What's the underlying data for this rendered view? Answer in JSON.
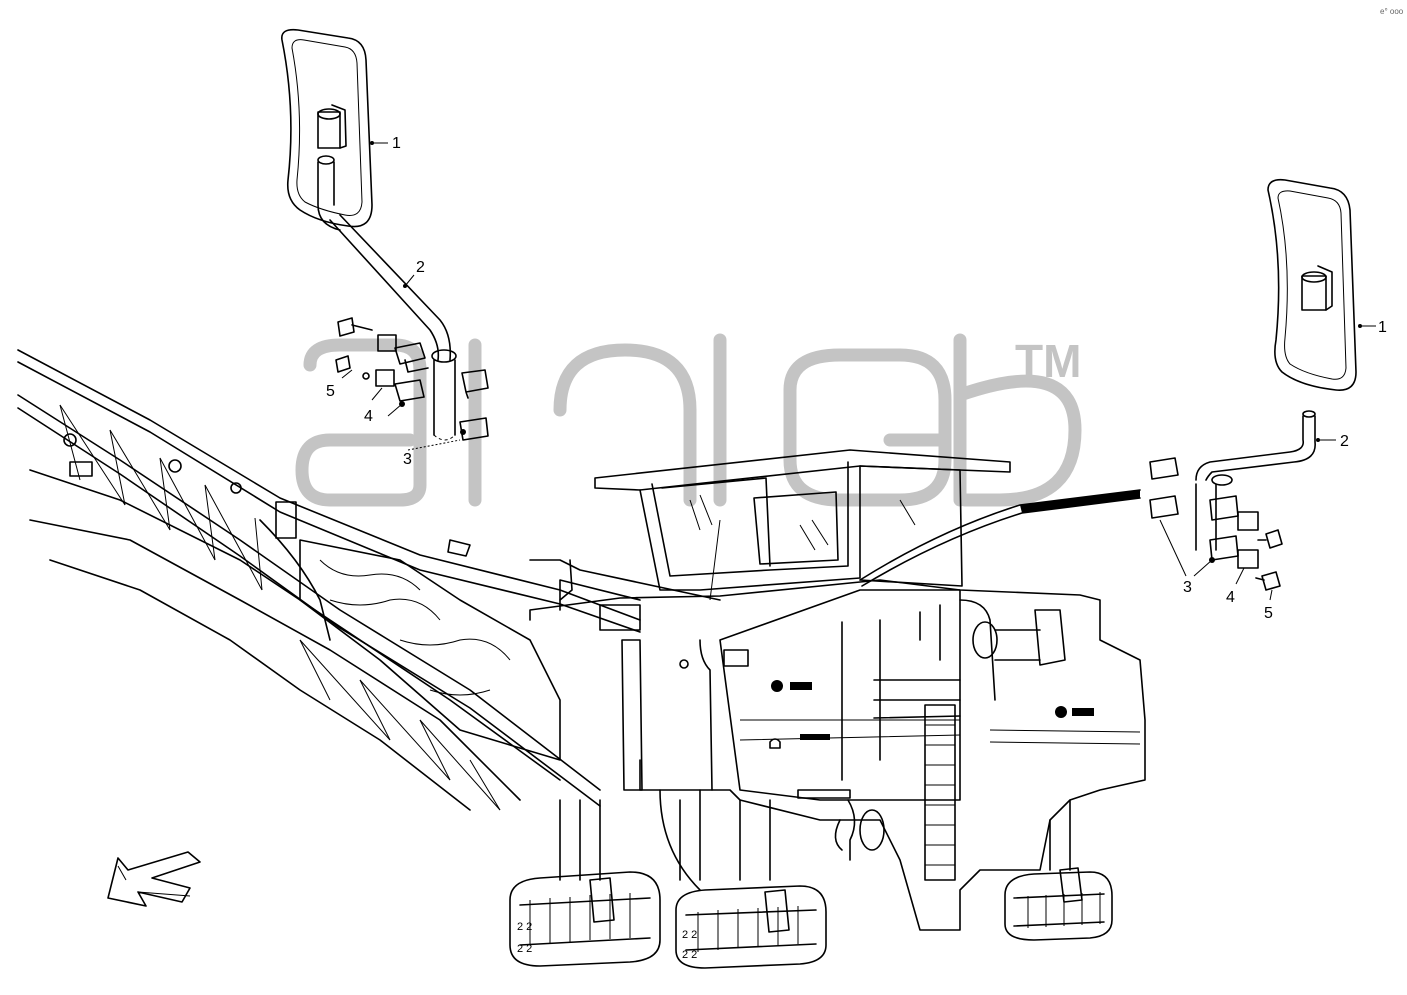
{
  "watermark": {
    "trademark": "TM"
  },
  "callouts": {
    "left": {
      "mirror": "1",
      "arm": "2",
      "clamp": "3",
      "washer": "4",
      "bolt": "5"
    },
    "right": {
      "mirror": "1",
      "arm": "2",
      "clamp": "3",
      "washer": "4",
      "bolt": "5"
    }
  },
  "corner_mark": "e°  ooo"
}
